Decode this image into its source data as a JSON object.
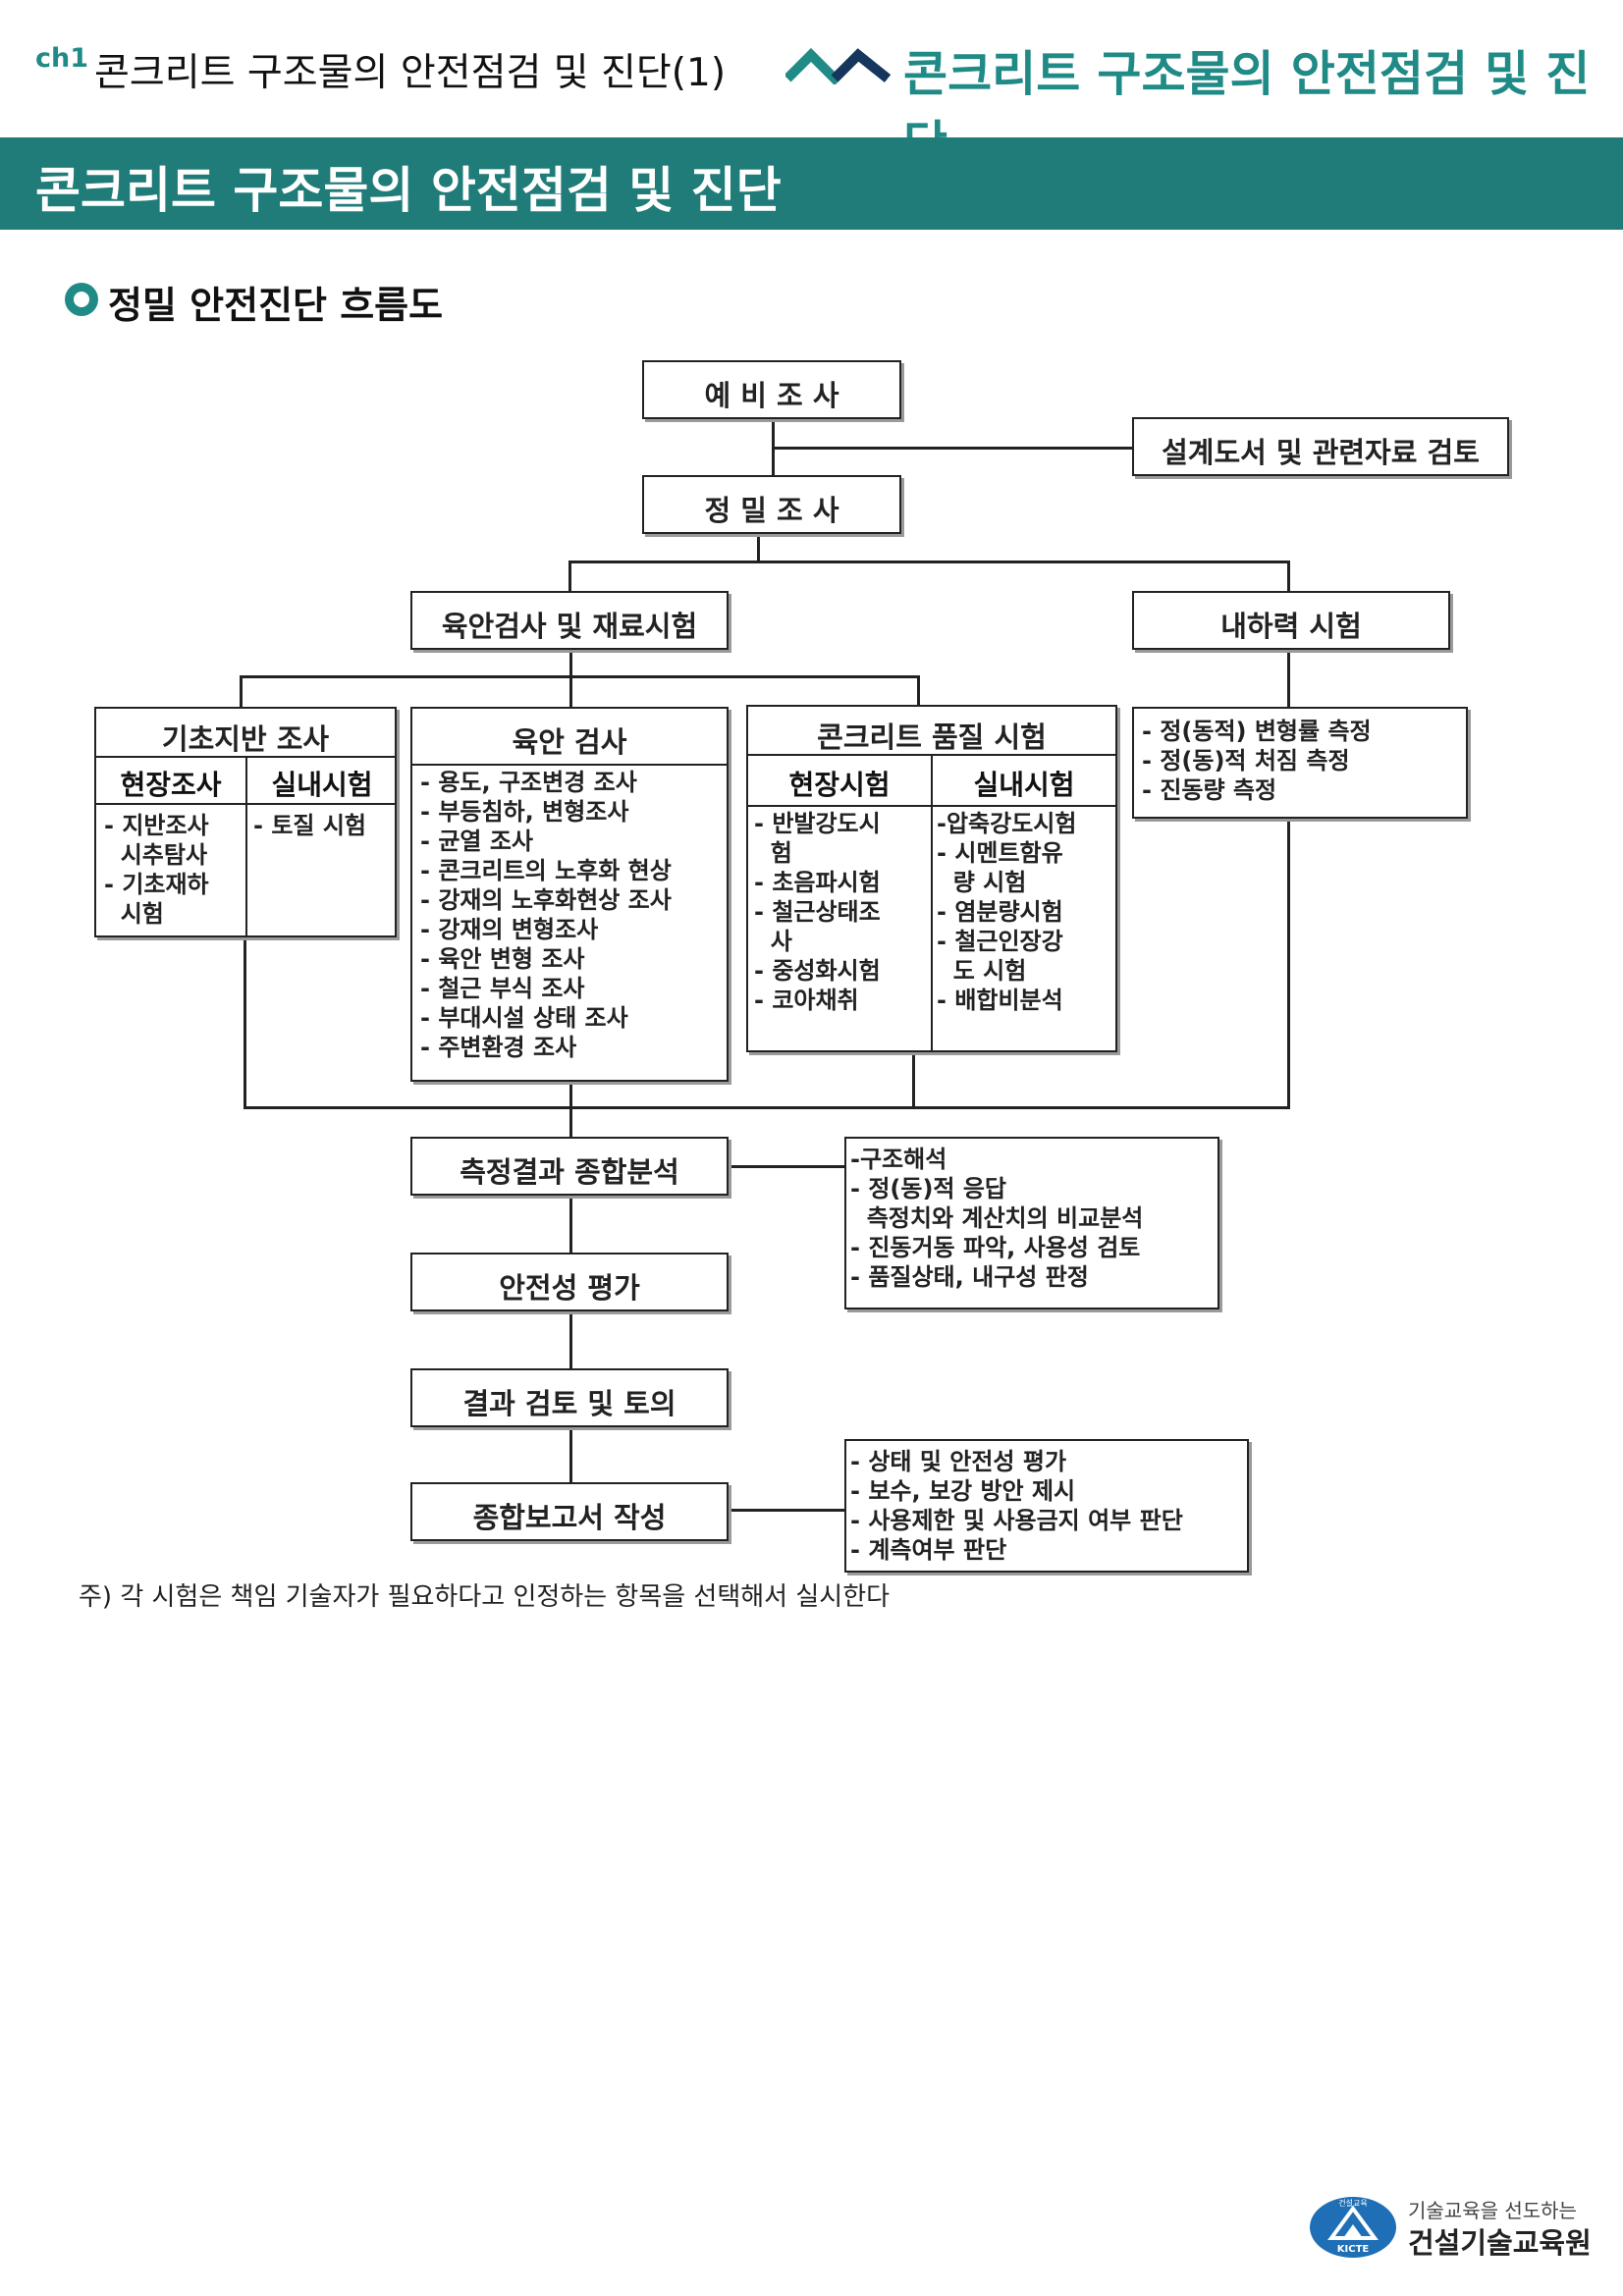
{
  "header": {
    "chapter": "ch1",
    "chapter_title": "콘크리트 구조물의 안전점검 및 진단(1)",
    "brand_title": "콘크리트 구조물의 안전점검 및 진단"
  },
  "band_title": "콘크리트 구조물의 안전점검 및 진단",
  "section_title": "정밀 안전진단 흐름도",
  "flow": {
    "preliminary": "예 비 조 사",
    "design_review": "설계도서 및 관련자료 검토",
    "detailed": "정 밀 조 사",
    "visual_material": "육안검사 및 재료시험",
    "load_test": "내하력 시험",
    "foundation": {
      "title": "기초지반 조사",
      "col1": "현장조사",
      "col2": "실내시험",
      "col1_items": [
        "- 지반조사",
        "  시추탐사",
        "- 기초재하",
        "  시험"
      ],
      "col2_items": [
        "- 토질 시험"
      ]
    },
    "visual": {
      "title": "육안 검사",
      "items": [
        "- 용도, 구조변경 조사",
        "- 부등침하, 변형조사",
        "- 균열 조사",
        "- 콘크리트의 노후화 현상",
        "- 강재의 노후화현상 조사",
        "- 강재의 변형조사",
        "- 육안 변형 조사",
        "- 철근 부식 조사",
        "- 부대시설 상태 조사",
        "- 주변환경 조사"
      ]
    },
    "quality": {
      "title": "콘크리트 품질 시험",
      "col1": "현장시험",
      "col2": "실내시험",
      "col1_items": [
        "- 반발강도시",
        "  험",
        "- 초음파시험",
        "- 철근상태조",
        "  사",
        "- 중성화시험",
        "- 코아채취"
      ],
      "col2_items": [
        "-압축강도시험",
        "- 시멘트함유",
        "  량 시험",
        "- 염분량시험",
        "- 철근인장강",
        "  도 시험",
        "- 배합비분석"
      ]
    },
    "load_items": [
      "- 정(동적) 변형률 측정",
      "- 정(동)적 처짐 측정",
      "- 진동량 측정"
    ],
    "analysis": "측정결과 종합분석",
    "analysis_items": [
      "-구조해석",
      "- 정(동)적 응답",
      "  측정치와 계산치의 비교분석",
      "- 진동거동 파악, 사용성 검토",
      "- 품질상태, 내구성 판정"
    ],
    "safety_eval": "안전성 평가",
    "review": "결과 검토 및 토의",
    "report": "종합보고서 작성",
    "report_items": [
      "- 상태 및 안전성 평가",
      "- 보수, 보강 방안 제시",
      "- 사용제한 및 사용금지 여부 판단",
      "- 계측여부 판단"
    ],
    "note": "주) 각 시험은 책임 기술자가 필요하다고 인정하는 항목을 선택해서 실시한다"
  },
  "footer": {
    "logo_text": "건설교육",
    "logo_abbr": "KICTE",
    "tagline": "기술교육을 선도하는",
    "org": "건설기술교육원"
  },
  "colors": {
    "accent": "#1f7c78"
  }
}
